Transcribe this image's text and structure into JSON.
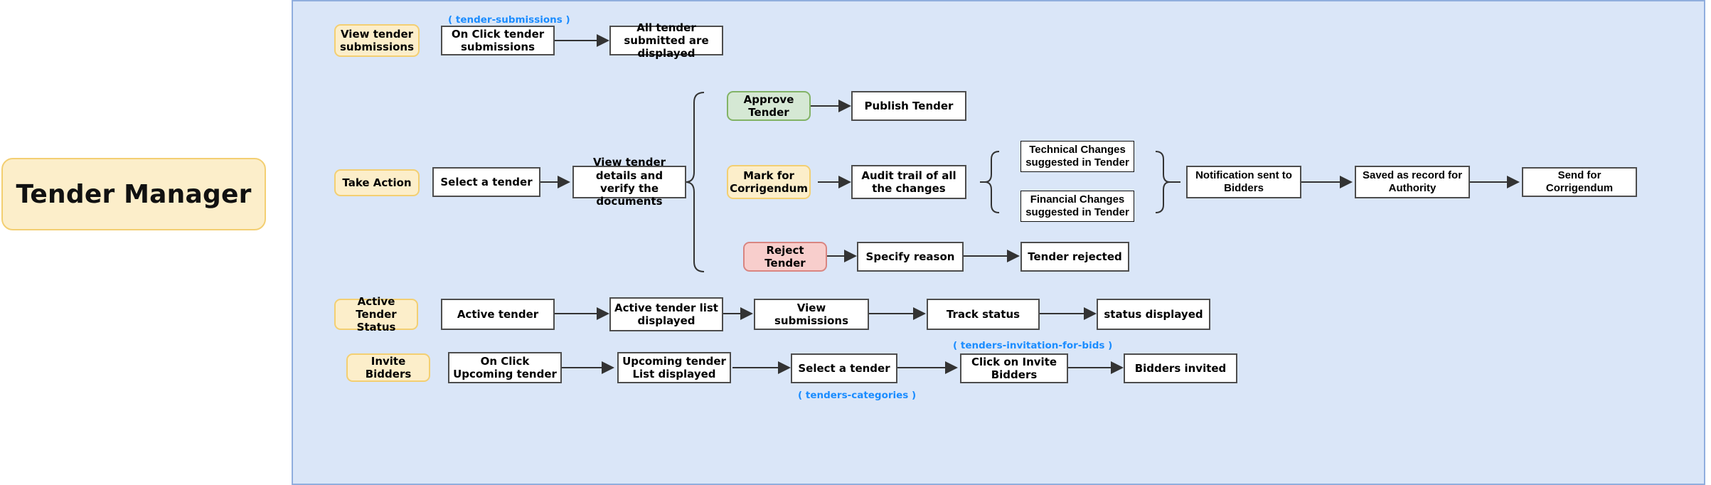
{
  "diagram": {
    "title": "Tender Manager",
    "type": "flowchart",
    "canvas_color": "#dae6f8",
    "colors": {
      "actor_fill": "#fceeca",
      "actor_stroke": "#f3cf72",
      "process_fill": "#ffffff",
      "process_stroke": "#4d4d4d",
      "approve_fill": "#d5e8d4",
      "approve_stroke": "#82b366",
      "reject_fill": "#f8cecc",
      "reject_stroke": "#d98581",
      "tag_text": "#1a8cff",
      "canvas_border": "#90aede"
    }
  },
  "actor": {
    "label": "Tender Manager"
  },
  "lanes": {
    "view_tender_submissions": "View tender submissions",
    "take_action": "Take Action",
    "active_tender_status": "Active Tender Status",
    "invite_bidders": "Invite Bidders"
  },
  "rows": {
    "view_submissions": {
      "tag": "( tender-submissions )",
      "steps": [
        "On Click tender submissions",
        "All tender submitted are displayed"
      ]
    },
    "take_action": {
      "steps": [
        "Select a tender",
        "View tender details and verify the documents"
      ],
      "branches": {
        "approve": {
          "decision": "Approve Tender",
          "steps": [
            "Publish Tender"
          ]
        },
        "corrigendum": {
          "decision": "Mark for Corrigendum",
          "steps": [
            "Audit trail of all the changes"
          ],
          "parallel": [
            "Technical Changes suggested in Tender",
            "Financial Changes suggested in Tender"
          ],
          "after": [
            "Notification sent to Bidders",
            "Saved as record for Authority",
            "Send for Corrigendum"
          ]
        },
        "reject": {
          "decision": "Reject Tender",
          "steps": [
            "Specify reason",
            "Tender rejected"
          ]
        }
      }
    },
    "active_tender_status": {
      "steps": [
        "Active tender",
        "Active tender list displayed",
        "View submissions",
        "Track status",
        "status displayed"
      ]
    },
    "invite_bidders": {
      "tag_categories": "( tenders-categories )",
      "tag_invitation": "( tenders-invitation-for-bids )",
      "steps": [
        "On Click Upcoming tender",
        "Upcoming tender List displayed",
        "Select a tender",
        "Click on Invite Bidders",
        "Bidders invited"
      ]
    }
  }
}
